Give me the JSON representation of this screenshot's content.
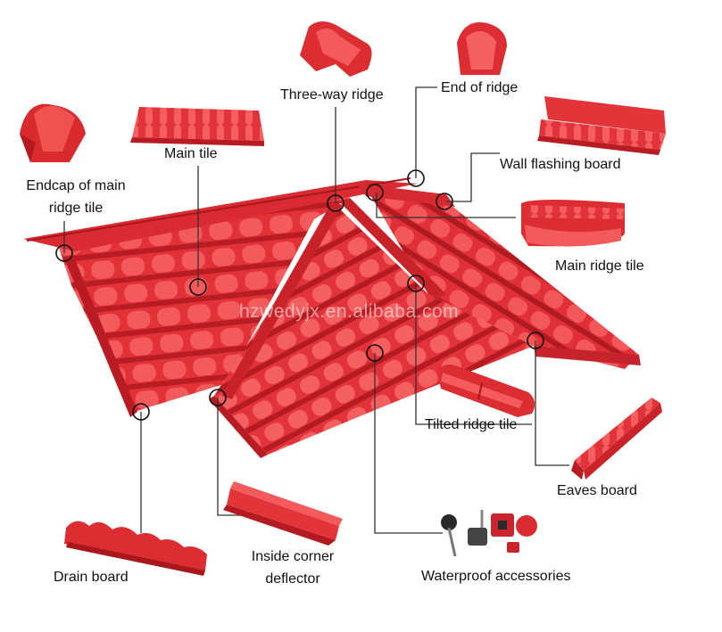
{
  "colors": {
    "roof": "#e8333a",
    "roof_dark": "#b81c22",
    "roof_light": "#f4595c",
    "leader_line": "#333333",
    "background": "#ffffff"
  },
  "watermark": "hzwedyjx.en.alibaba.com",
  "labels": {
    "three_way_ridge": "Three-way ridge",
    "end_of_ridge": "End of ridge",
    "main_tile": "Main tile",
    "endcap_line1": "Endcap of main",
    "endcap_line2": "ridge tile",
    "wall_flashing_board": "Wall flashing board",
    "main_ridge_tile": "Main ridge tile",
    "tilted_ridge_tile": "Tilted ridge tile",
    "eaves_board": "Eaves board",
    "drain_board": "Drain board",
    "inside_corner_line1": "Inside corner",
    "inside_corner_line2": "deflector",
    "waterproof_accessories": "Waterproof accessories"
  },
  "components": [
    "endcap-of-main-ridge-tile",
    "main-tile",
    "three-way-ridge",
    "end-of-ridge",
    "wall-flashing-board",
    "main-ridge-tile",
    "tilted-ridge-tile",
    "eaves-board",
    "drain-board",
    "inside-corner-deflector",
    "waterproof-accessories"
  ]
}
